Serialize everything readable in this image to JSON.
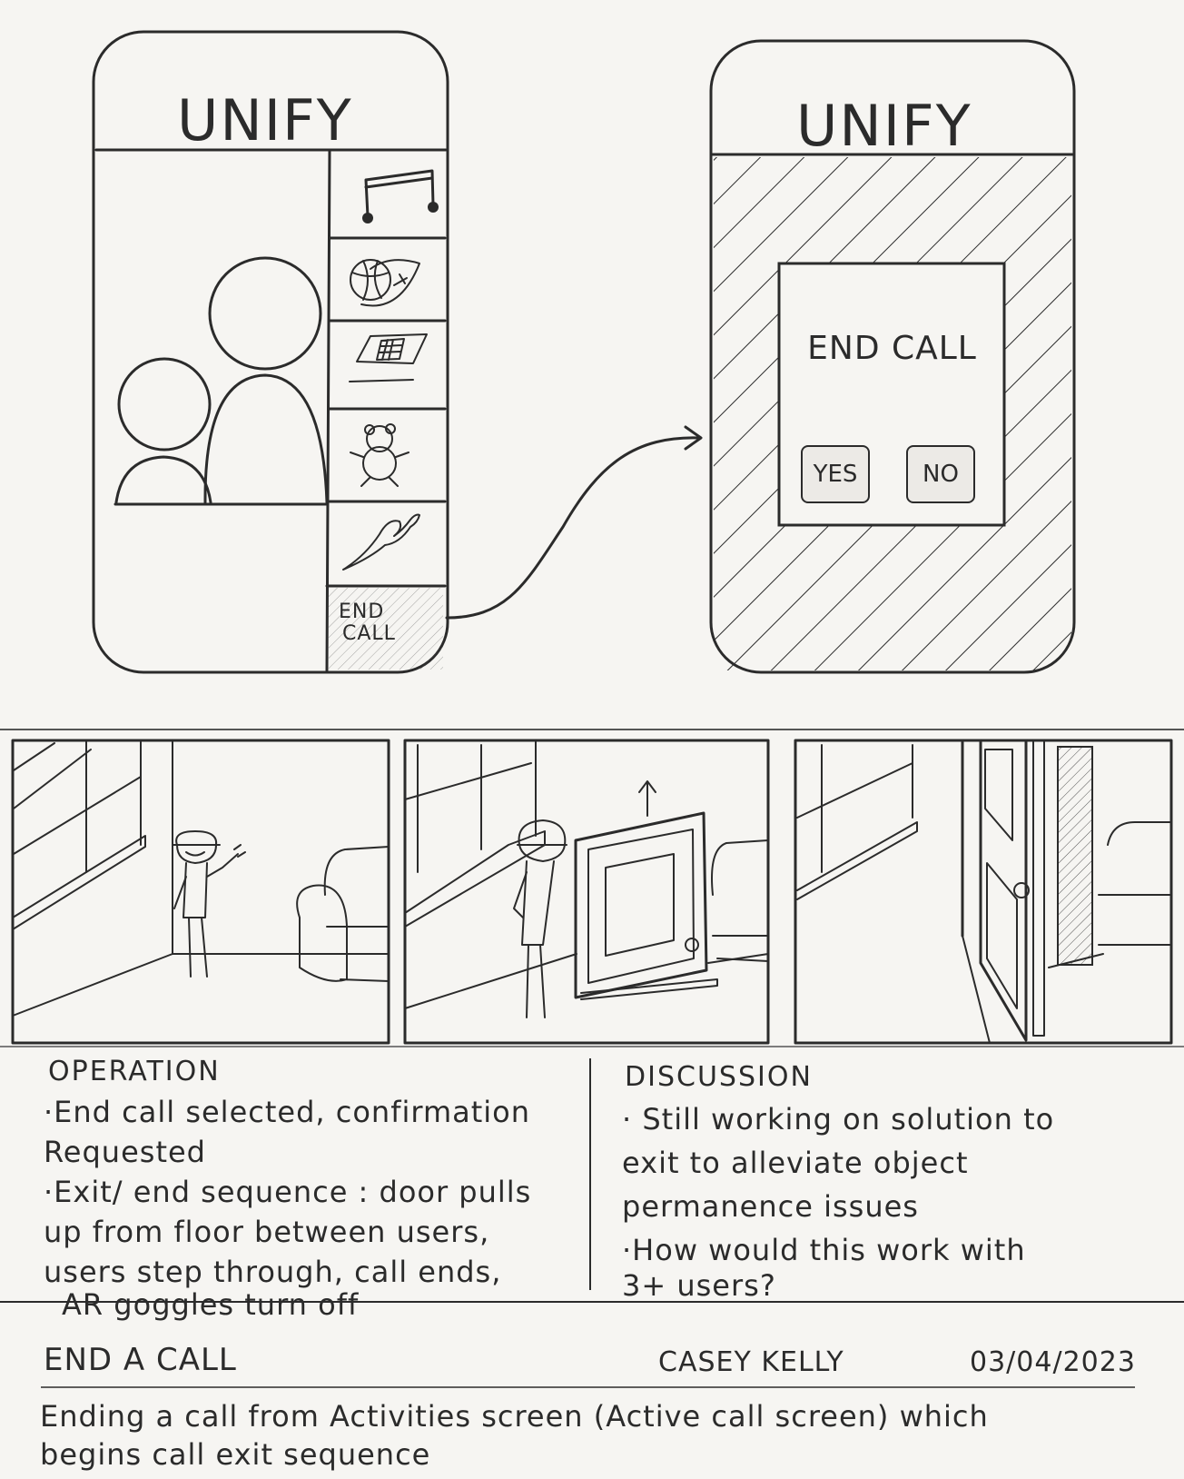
{
  "phone_left": {
    "title": "UNIFY",
    "activities": [
      "music-icon",
      "basketball-football-icon",
      "board-game-icon",
      "teddy-bear-icon",
      "paintbrush-icon"
    ],
    "end_call_line1": "END",
    "end_call_line2": "CALL"
  },
  "phone_right": {
    "title": "UNIFY",
    "dialog_title": "END CALL",
    "yes_label": "YES",
    "no_label": "NO"
  },
  "operation": {
    "heading": "OPERATION",
    "line1": "·End call selected, confirmation",
    "line2": "Requested",
    "line3": "·Exit/ end sequence : door pulls",
    "line4": "up from floor between users,",
    "line5": "users step through, call ends,",
    "line6": "AR goggles turn off"
  },
  "discussion": {
    "heading": "DISCUSSION",
    "line1": "· Still working on solution to",
    "line2": "exit to alleviate object",
    "line3": "permanence issues",
    "line4": "·How would this work with",
    "line5": "3+ users?"
  },
  "footer": {
    "title": "END A CALL",
    "author": "CASEY KELLY",
    "date": "03/04/2023",
    "description_line1": "Ending a call from Activities screen (Active call screen) which",
    "description_line2": "begins call exit sequence"
  }
}
